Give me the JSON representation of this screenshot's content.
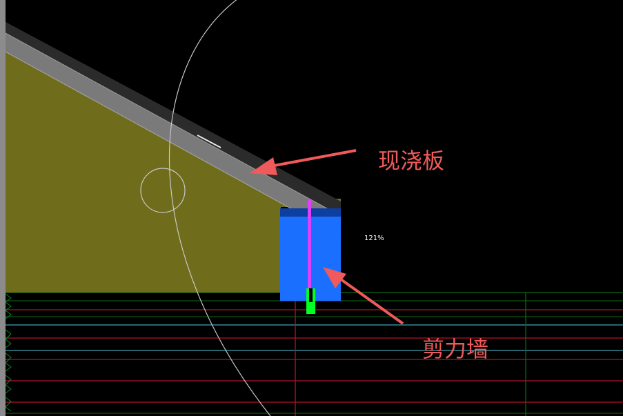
{
  "viewport": {
    "zoom_label": "121%"
  },
  "annotations": {
    "slab_label": "现浇板",
    "shear_wall_label": "剪力墙"
  },
  "colors": {
    "background": "#000000",
    "left_toolbar": "#8c8c8c",
    "slab_fill": "#6f6d1c",
    "slab_edge_light": "#7a7a7a",
    "slab_edge_dark": "#2b2b2b",
    "shear_wall": "#1a6fff",
    "shear_wall_top": "#0d3fa0",
    "rebar_line": "#e040fb",
    "rebar_anchor": "#00ff22",
    "gridline_red": "#b3142a",
    "gridline_cyan": "#3fa3b5",
    "gridline_green": "#0c6b17",
    "arc_gray": "#c8c8c8",
    "annotation_red": "#f05a5a"
  }
}
